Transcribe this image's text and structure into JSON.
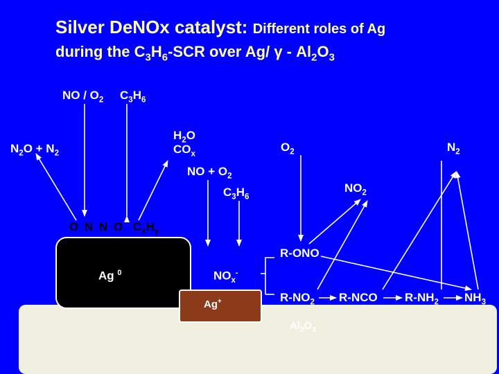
{
  "title": {
    "line1_main": "Silver DeNOx catalyst:",
    "line1_rest": "Different roles of Ag",
    "line2_a": "during the C",
    "line2_sub1": "3",
    "line2_b": "H",
    "line2_sub2": "6",
    "line2_c": "-SCR over Ag/ ",
    "line2_gamma": "γ",
    "line2_d": " - Al",
    "line2_sub3": "2",
    "line2_e": "O",
    "line2_sub4": "3"
  },
  "labels": {
    "no_o2": {
      "a": "NO / O",
      "sub": "2"
    },
    "c3h6_top": {
      "a": "C",
      "s1": "3",
      "b": "H",
      "s2": "6"
    },
    "h2o": {
      "a": "H",
      "s1": "2",
      "b": "O"
    },
    "cox": {
      "a": "CO",
      "s1": "x"
    },
    "n2o_n2": {
      "a": "N",
      "s1": "2",
      "b": "O + N",
      "s2": "2"
    },
    "o2": {
      "a": "O",
      "s1": "2"
    },
    "n2": {
      "a": "N",
      "s1": "2"
    },
    "no_o2_mid": {
      "a": "NO + O",
      "s1": "2"
    },
    "c3h6_mid": {
      "a": "C",
      "s1": "3",
      "b": "H",
      "s2": "6"
    },
    "no2": {
      "a": "NO",
      "s1": "2"
    },
    "onno": "O N N O",
    "cxhy": {
      "a": "C",
      "s1": "x",
      "b": "H",
      "s2": "y"
    },
    "r_ono": "R-ONO",
    "ag0": {
      "a": "Ag ",
      "sup": "0"
    },
    "nox_minus": {
      "a": "NO",
      "s1": "x",
      "sup": "-"
    },
    "ag_plus": {
      "a": "Ag",
      "sup": "+"
    },
    "r_no2": {
      "a": "R-NO",
      "s1": "2"
    },
    "r_nco": "R-NCO",
    "r_nh2": {
      "a": "R-NH",
      "s1": "2"
    },
    "nh3": {
      "a": "NH",
      "s1": "3"
    },
    "al2o3": {
      "a": "Al",
      "s1": "2",
      "b": "O",
      "s2": "3"
    }
  },
  "colors": {
    "background": "#0000FF",
    "title": "#FFFF99",
    "support": "#F0F0E0",
    "ag_plus_fill": "#8B3A1A",
    "ag0_fill": "#000000"
  }
}
